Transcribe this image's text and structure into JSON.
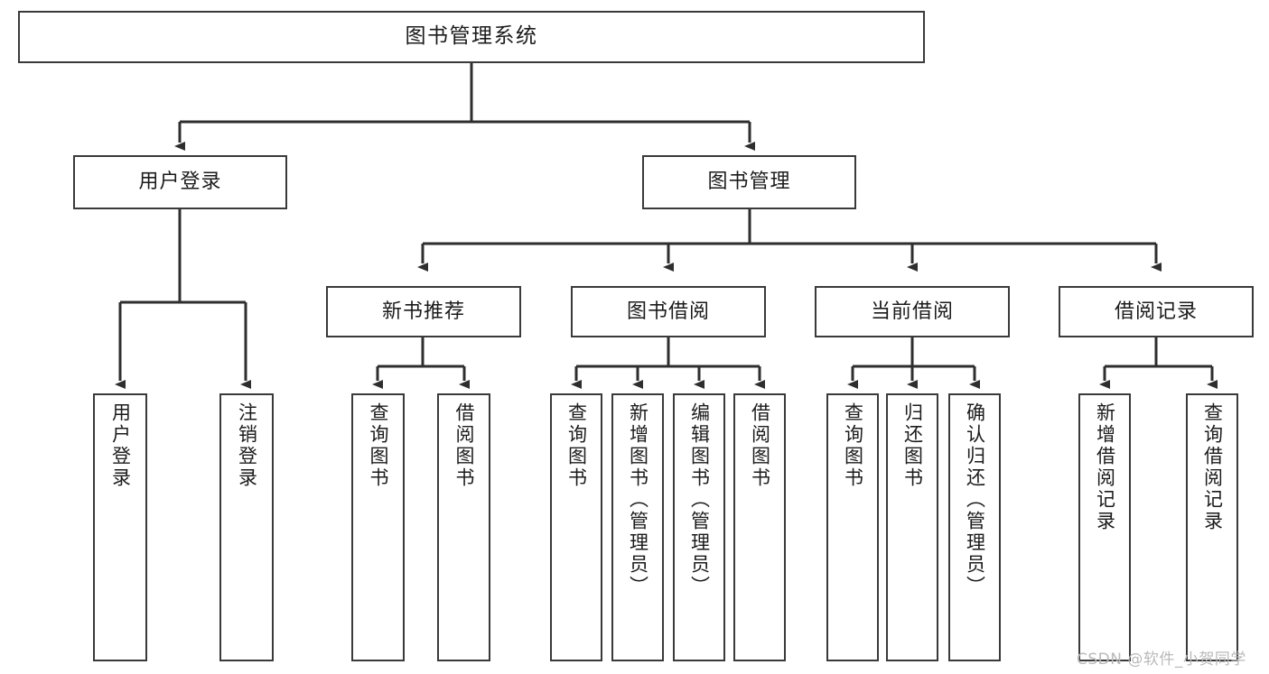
{
  "diagram": {
    "type": "tree-hierarchy-chart",
    "title": "图书管理系统",
    "root": {
      "label": "图书管理系统"
    },
    "level1": [
      {
        "label": "用户登录"
      },
      {
        "label": "图书管理"
      }
    ],
    "level2": [
      {
        "label": "新书推荐"
      },
      {
        "label": "图书借阅"
      },
      {
        "label": "当前借阅"
      },
      {
        "label": "借阅记录"
      }
    ],
    "leaves": {
      "user_login": [
        {
          "label": "用户登录"
        },
        {
          "label": "注销登录"
        }
      ],
      "new_book_recommend": [
        {
          "label": "查询图书"
        },
        {
          "label": "借阅图书"
        }
      ],
      "book_borrow": [
        {
          "label": "查询图书"
        },
        {
          "label": "新增图书（管理员）"
        },
        {
          "label": "编辑图书（管理员）"
        },
        {
          "label": "借阅图书"
        }
      ],
      "current_borrow": [
        {
          "label": "查询图书"
        },
        {
          "label": "归还图书"
        },
        {
          "label": "确认归还（管理员）"
        }
      ],
      "borrow_records": [
        {
          "label": "新增借阅记录"
        },
        {
          "label": "查询借阅记录"
        }
      ]
    }
  },
  "watermark": {
    "text": "CSDN @软件_小贺同学"
  },
  "colors": {
    "stroke": "#3a3a3a",
    "background": "#ffffff",
    "text": "#1b1b1b",
    "watermark": "#b9b9b9"
  }
}
